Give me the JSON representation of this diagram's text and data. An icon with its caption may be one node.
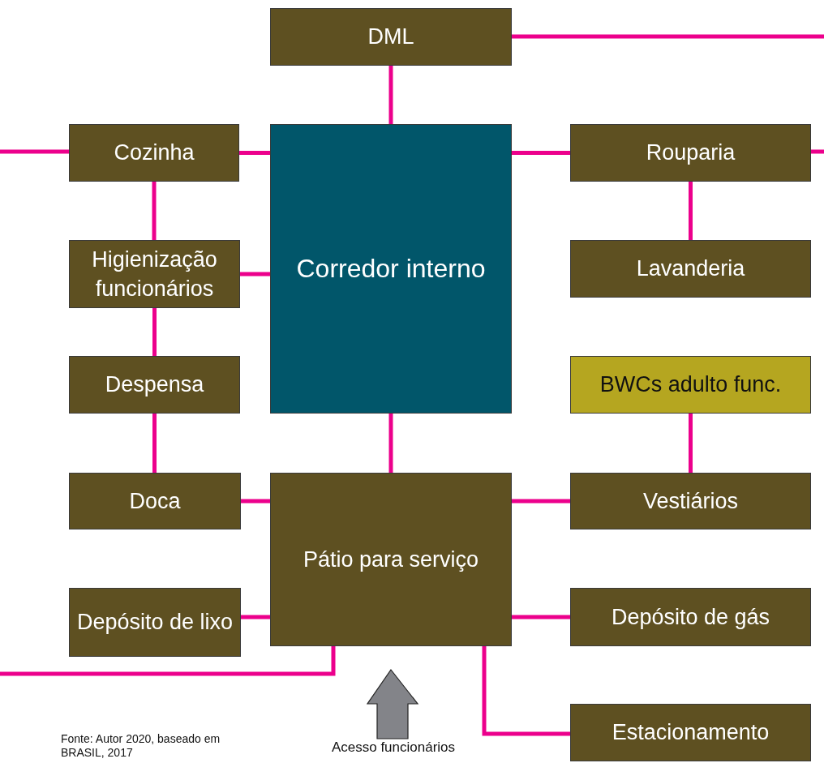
{
  "diagram": {
    "caption": "Fonte: Autor 2020, baseado em BRASIL, 2017",
    "nodes": [
      {
        "text": [
          "DML"
        ]
      },
      {
        "text": [
          "Corredor interno"
        ]
      },
      {
        "text": [
          "Cozinha"
        ]
      },
      {
        "text": [
          "Rouparia"
        ]
      },
      {
        "text": [
          "Higienização funcionários"
        ]
      },
      {
        "text": [
          "Lavanderia"
        ]
      },
      {
        "text": [
          "Despensa"
        ]
      },
      {
        "text": [
          "BWCs adulto func."
        ]
      },
      {
        "text": [
          "Doca"
        ]
      },
      {
        "text": [
          "Pátio para serviço"
        ]
      },
      {
        "text": [
          "Vestiários"
        ]
      },
      {
        "text": [
          "Depósito de lixo"
        ]
      },
      {
        "text": [
          "Depósito de gás"
        ]
      },
      {
        "text": [
          "Estacionamento"
        ]
      }
    ],
    "edges": [
      {
        "from": 0,
        "to": 1,
        "arrow": "none"
      },
      {
        "from": 0,
        "to": null,
        "arrow": "none"
      },
      {
        "from": null,
        "to": 2,
        "arrow": "none"
      },
      {
        "from": 2,
        "to": 1,
        "arrow": "none"
      },
      {
        "from": 1,
        "to": 3,
        "arrow": "none"
      },
      {
        "from": 3,
        "to": null,
        "arrow": "none"
      },
      {
        "from": 2,
        "to": 4,
        "arrow": "none"
      },
      {
        "from": 4,
        "to": 1,
        "arrow": "none"
      },
      {
        "from": 3,
        "to": 5,
        "arrow": "none"
      },
      {
        "from": 4,
        "to": 6,
        "arrow": "none"
      },
      {
        "from": 6,
        "to": 8,
        "arrow": "none"
      },
      {
        "from": 1,
        "to": 9,
        "arrow": "none"
      },
      {
        "from": 7,
        "to": 10,
        "arrow": "none"
      },
      {
        "from": 8,
        "to": 9,
        "arrow": "none"
      },
      {
        "from": 9,
        "to": 10,
        "arrow": "none"
      },
      {
        "from": 11,
        "to": 9,
        "arrow": "none"
      },
      {
        "from": 9,
        "to": 12,
        "arrow": "none"
      },
      {
        "from": 9,
        "to": 13,
        "arrow": "none"
      },
      {
        "from": 9,
        "to": null,
        "arrow": "none"
      }
    ],
    "labels": [
      "Acesso funcionários"
    ]
  }
}
